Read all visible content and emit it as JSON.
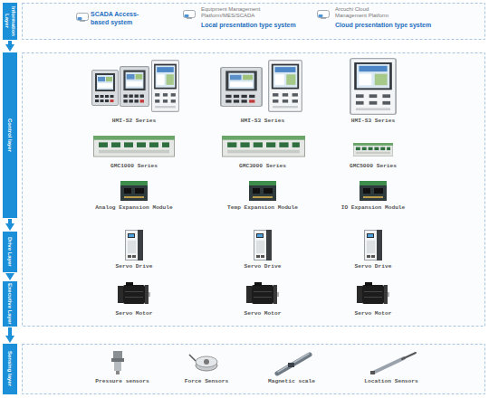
{
  "diagram": {
    "nodes": [
      {
        "text": [
          "Information Layer"
        ]
      },
      {
        "text": [
          "Control layer"
        ]
      },
      {
        "text": [
          "Drive Layer"
        ]
      },
      {
        "text": [
          "Executive Layer"
        ]
      },
      {
        "text": [
          "Sensing layer"
        ]
      }
    ],
    "edges": [
      {
        "from": 0,
        "to": 1,
        "arrow": "to"
      },
      {
        "from": 1,
        "to": 2,
        "arrow": "to"
      },
      {
        "from": 2,
        "to": 3,
        "arrow": "to"
      },
      {
        "from": 3,
        "to": 4,
        "arrow": "to"
      }
    ],
    "labels": [
      "SCADA Access- based system",
      "Equipment Management Platform/MES/SCADA",
      "Local presentation type system",
      "Arcuchi Cloud Management Platform",
      "Cloud presentation type system",
      "HMI-S2 Series",
      "HMI-S3 Series",
      "HMI-S3 Series",
      "GMC1000 Series",
      "GMC3000 Series",
      "GMC5000 Series",
      "Analog Expansion Module",
      "Temp Expansion Module",
      "IO Expansion Module",
      "Servo Drive",
      "Servo Drive",
      "Servo Drive",
      "Servo Motor",
      "Servo Motor",
      "Servo Motor",
      "Pressure sensors",
      "Force Sensors",
      "Magnetic scale",
      "Location Sensors"
    ]
  }
}
